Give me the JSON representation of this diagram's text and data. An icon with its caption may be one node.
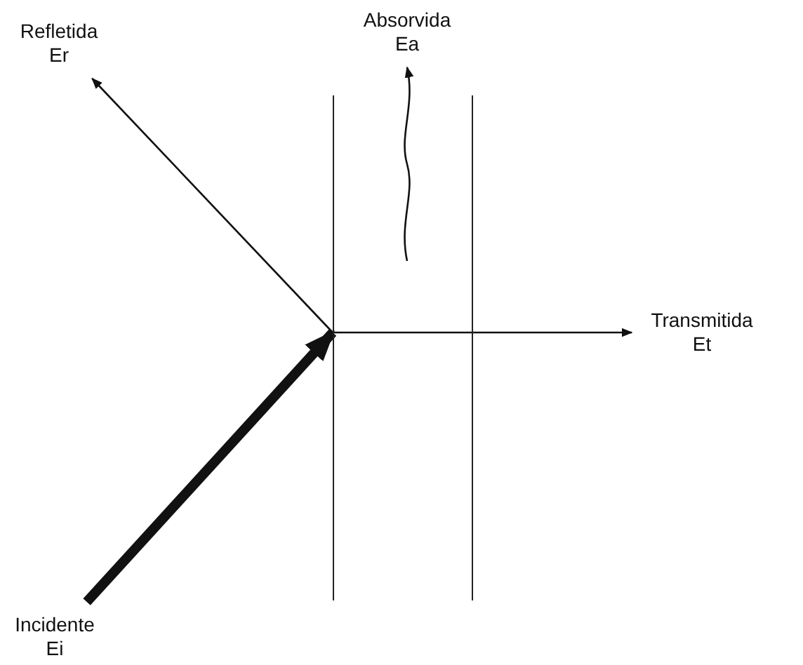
{
  "diagram": {
    "nodes": [
      {
        "text": [
          "Refletida Er"
        ]
      },
      {
        "text": [
          "Absorvida Ea"
        ]
      },
      {
        "text": [
          "Transmitida Et"
        ]
      },
      {
        "text": [],
        "shape": "box"
      },
      {
        "text": [
          "Incidente Ei"
        ]
      }
    ],
    "edges": [
      {
        "from": 4,
        "to": 3,
        "arrow": "to",
        "style": "thick"
      },
      {
        "from": 3,
        "to": 0,
        "arrow": "to"
      },
      {
        "from": 3,
        "to": 2,
        "arrow": "to"
      },
      {
        "from": 3,
        "to": 1,
        "arrow": "to"
      }
    ]
  }
}
